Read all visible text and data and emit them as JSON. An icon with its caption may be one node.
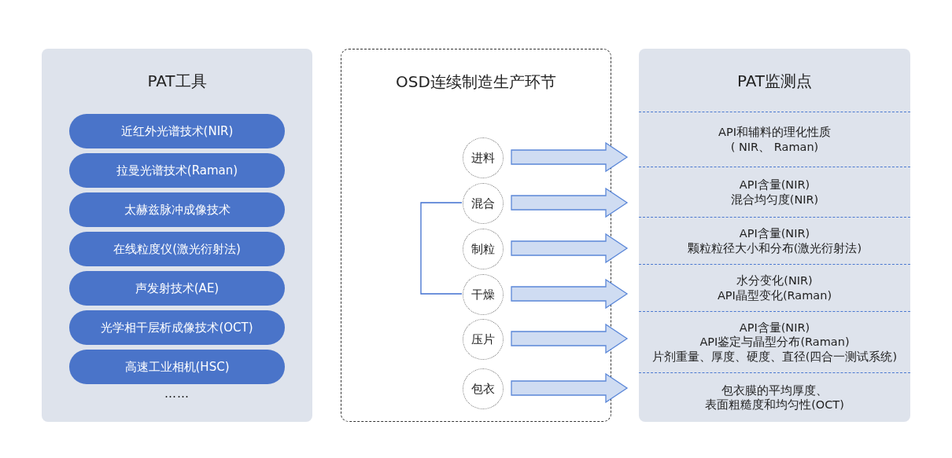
{
  "diagram": {
    "nodes": [
      {
        "text": [
          "PAT工具"
        ]
      },
      {
        "text": [
          "近红外光谱技术(NIR)"
        ],
        "in": 0
      },
      {
        "text": [
          "拉曼光谱技术(Raman)"
        ],
        "in": 0
      },
      {
        "text": [
          "太赫兹脉冲成像技术"
        ],
        "in": 0
      },
      {
        "text": [
          "在线粒度仪(激光衍射法)"
        ],
        "in": 0
      },
      {
        "text": [
          "声发射技术(AE)"
        ],
        "in": 0
      },
      {
        "text": [
          "光学相干层析成像技术(OCT)"
        ],
        "in": 0
      },
      {
        "text": [
          "高速工业相机(HSC)"
        ],
        "in": 0
      },
      {
        "text": [
          "OSD连续制造生产环节"
        ]
      },
      {
        "text": [
          "进料"
        ],
        "in": 8
      },
      {
        "text": [
          "混合"
        ],
        "in": 8
      },
      {
        "text": [
          "制粒"
        ],
        "in": 8
      },
      {
        "text": [
          "干燥"
        ],
        "in": 8
      },
      {
        "text": [
          "压片"
        ],
        "in": 8
      },
      {
        "text": [
          "包衣"
        ],
        "in": 8
      },
      {
        "text": [
          "PAT监测点"
        ]
      },
      {
        "text": [
          "API和辅料的理化性质",
          "( NIR、 Raman)"
        ],
        "in": 15
      },
      {
        "text": [
          "API含量(NIR)",
          "混合均匀度(NIR)"
        ],
        "in": 15
      },
      {
        "text": [
          "API含量(NIR)",
          "颗粒粒径大小和分布(激光衍射法)"
        ],
        "in": 15
      },
      {
        "text": [
          "水分变化(NIR)",
          "API晶型变化(Raman)"
        ],
        "in": 15
      },
      {
        "text": [
          "API含量(NIR)",
          "API鉴定与晶型分布(Raman)",
          "片剂重量、厚度、硬度、直径(四合一测试系统)"
        ],
        "in": 15
      },
      {
        "text": [
          "包衣膜的平均厚度、",
          "表面粗糙度和均匀性(OCT)"
        ],
        "in": 15
      }
    ],
    "edges": [
      {
        "from": 9,
        "to": 16,
        "arrow": "to",
        "style": "thick"
      },
      {
        "from": 10,
        "to": 17,
        "arrow": "to",
        "style": "thick"
      },
      {
        "from": 11,
        "to": 18,
        "arrow": "to",
        "style": "thick"
      },
      {
        "from": 12,
        "to": 19,
        "arrow": "to",
        "style": "thick"
      },
      {
        "from": 13,
        "to": 20,
        "arrow": "to",
        "style": "thick"
      },
      {
        "from": 14,
        "to": 21,
        "arrow": "to",
        "style": "thick"
      },
      {
        "from": 10,
        "to": 12,
        "arrow": "none",
        "color": "#3f6fcf"
      }
    ],
    "labels": [
      "……"
    ]
  }
}
